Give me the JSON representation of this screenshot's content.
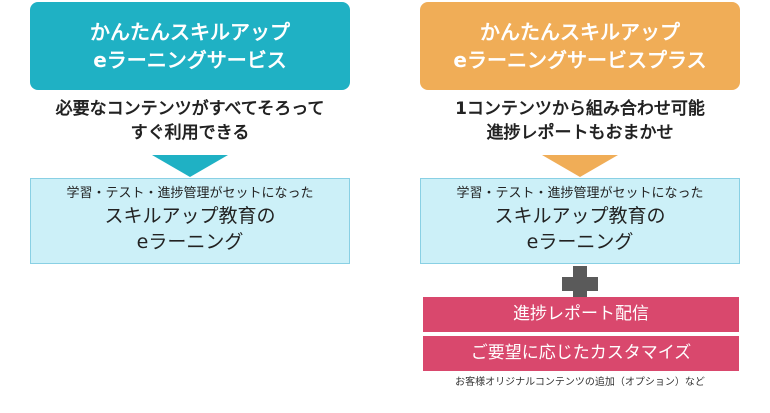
{
  "left": {
    "header_line1": "かんたんスキルアップ",
    "header_line2": "eラーニングサービス",
    "tagline_line1": "必要なコンテンツがすべてそろって",
    "tagline_line2": "すぐ利用できる",
    "feature_small": "学習・テスト・進捗管理がセットになった",
    "feature_large_line1": "スキルアップ教育の",
    "feature_large_line2": "eラーニング"
  },
  "right": {
    "header_line1": "かんたんスキルアップ",
    "header_line2": "eラーニングサービスプラス",
    "tagline_line1": "1コンテンツから組み合わせ可能",
    "tagline_line2": "進捗レポートもおまかせ",
    "feature_small": "学習・テスト・進捗管理がセットになった",
    "feature_large_line1": "スキルアップ教育の",
    "feature_large_line2": "eラーニング",
    "addon_1": "進捗レポート配信",
    "addon_2": "ご要望に応じたカスタマイズ",
    "note": "お客様オリジナルコンテンツの追加（オプション）など"
  },
  "colors": {
    "teal": "#1fb1c4",
    "orange": "#f0ad57",
    "light_blue": "#ccf0f8",
    "pink": "#d9486d",
    "plus_gray": "#5a5a5a"
  },
  "icons": {
    "arrow": "down-arrow-icon",
    "plus": "plus-icon"
  }
}
